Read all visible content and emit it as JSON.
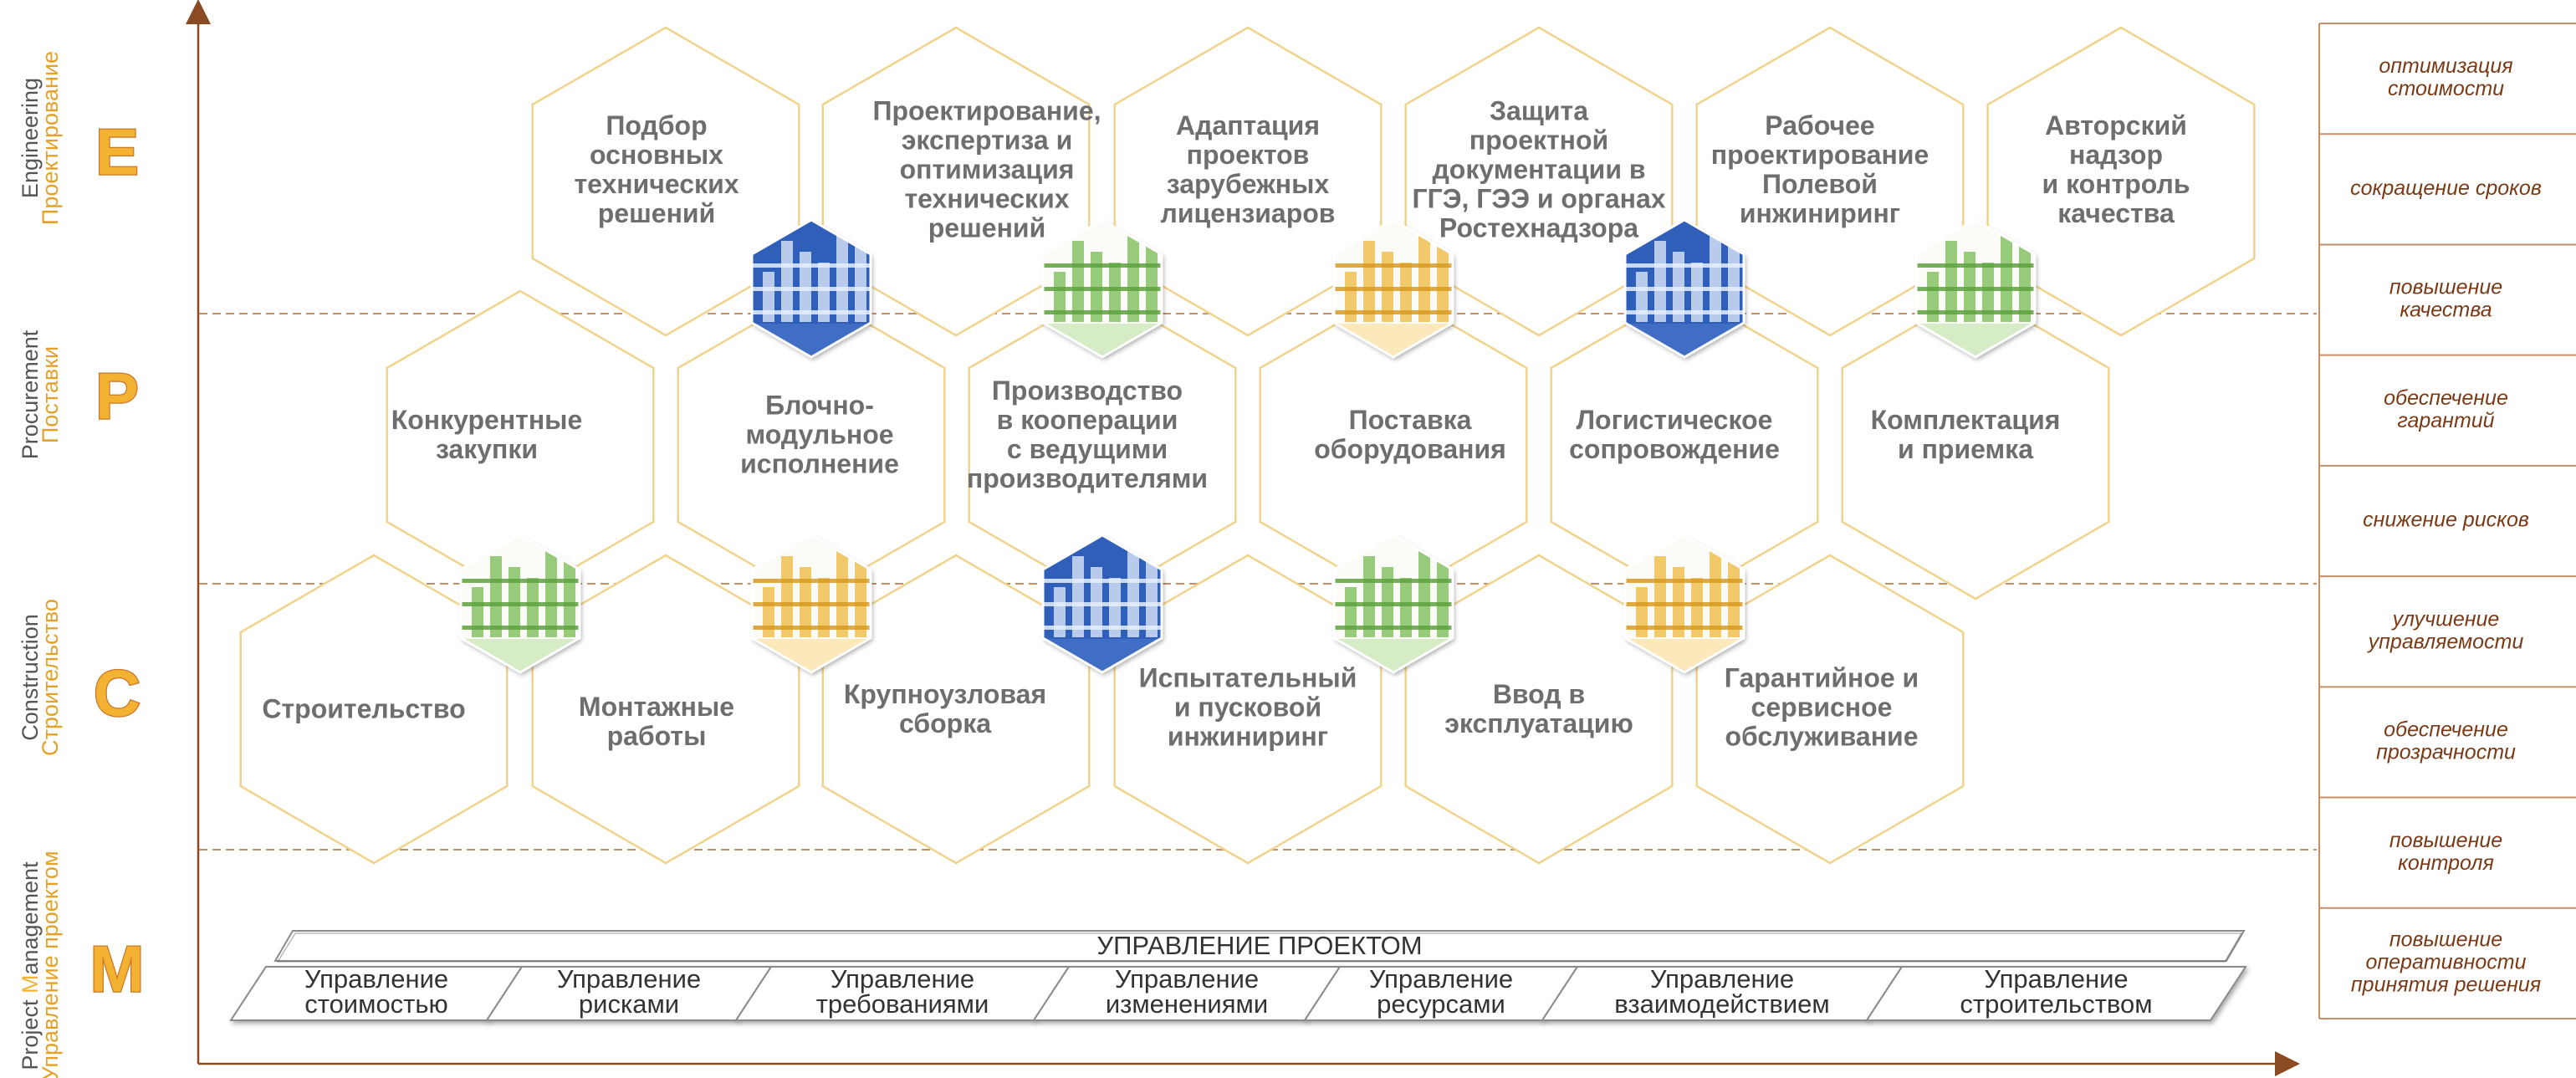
{
  "rows": [
    {
      "letter": "E",
      "en": "Engineering",
      "ru": "Проектирование"
    },
    {
      "letter": "P",
      "en": "Procurement",
      "ru": "Поставки"
    },
    {
      "letter": "C",
      "en": "Construction",
      "ru": "Строительство"
    },
    {
      "letter": "M",
      "en_parts": [
        "Project ",
        "M",
        "anagement"
      ],
      "ru": "Управление проектом"
    }
  ],
  "hexagons": {
    "engineering": [
      [
        "Подбор",
        "основных",
        "технических",
        "решений"
      ],
      [
        "Проектирование,",
        "экспертиза и",
        "оптимизация",
        "технических",
        "решений"
      ],
      [
        "Адаптация",
        "проектов",
        "зарубежных",
        "лицензиаров"
      ],
      [
        "Защита",
        "проектной",
        "документации в",
        "ГГЭ, ГЭЭ и органах",
        "Ростехнадзора"
      ],
      [
        "Рабочее",
        "проектирование",
        "Полевой",
        "инжиниринг"
      ],
      [
        "Авторский",
        "надзор",
        "и контроль",
        "качества"
      ]
    ],
    "procurement": [
      [
        "Конкурентные",
        "закупки"
      ],
      [
        "Блочно-",
        "модульное",
        "исполнение"
      ],
      [
        "Производство",
        "в кооперации",
        "с ведущими",
        "производителями"
      ],
      [
        "Поставка",
        "оборудования"
      ],
      [
        "Логистическое",
        "сопровождение"
      ],
      [
        "Комплектация",
        "и приемка"
      ]
    ],
    "construction": [
      [
        "Строительство"
      ],
      [
        "Монтажные",
        "работы"
      ],
      [
        "Крупноузловая",
        "сборка"
      ],
      [
        "Испытательный",
        "и пусковой",
        "инжиниринг"
      ],
      [
        "Ввод в",
        "эксплуатацию"
      ],
      [
        "Гарантийное и",
        "сервисное",
        "обслуживание"
      ]
    ]
  },
  "pictures": [
    {
      "name": "process-unit-photo-icon",
      "color": "blue"
    },
    {
      "name": "green-module-photo-icon",
      "color": "green"
    },
    {
      "name": "yellow-plant-photo-icon",
      "color": "yellow"
    },
    {
      "name": "reactor-interior-photo-icon",
      "color": "blue"
    },
    {
      "name": "column-tower-photo-icon",
      "color": "green"
    },
    {
      "name": "hopper-structure-photo-icon",
      "color": "green"
    },
    {
      "name": "scaffold-frame-photo-icon",
      "color": "yellow"
    },
    {
      "name": "control-cabinet-photo-icon",
      "color": "blue"
    },
    {
      "name": "cooling-tower-photo-icon",
      "color": "green"
    },
    {
      "name": "building-photo-icon",
      "color": "yellow"
    }
  ],
  "management": {
    "title": "УПРАВЛЕНИЕ ПРОЕКТОМ",
    "items": [
      [
        "Управление",
        "стоимостью"
      ],
      [
        "Управление",
        "рисками"
      ],
      [
        "Управление",
        "требованиями"
      ],
      [
        "Управление",
        "изменениями"
      ],
      [
        "Управление",
        "ресурсами"
      ],
      [
        "Управление",
        "взаимодействием"
      ],
      [
        "Управление",
        "строительством"
      ]
    ]
  },
  "benefits": [
    [
      "оптимизация",
      "стоимости"
    ],
    [
      "сокращение сроков"
    ],
    [
      "повышение",
      "качества"
    ],
    [
      "обеспечение",
      "гарантий"
    ],
    [
      "снижение рисков"
    ],
    [
      "улучшение",
      "управляемости"
    ],
    [
      "обеспечение",
      "прозрачности"
    ],
    [
      "повышение",
      "контроля"
    ],
    [
      "повышение",
      "оперативности",
      "принятия решения"
    ]
  ],
  "colors": {
    "hex_border": "#f0d38c",
    "accent": "#f4b233",
    "divider": "#c58f6a",
    "benefit_text": "#7a3a16",
    "axis": "#8a4a22",
    "pic_blue": "#2f5fb8",
    "pic_green": "#6cae4a",
    "pic_yellow": "#e4a72c"
  }
}
